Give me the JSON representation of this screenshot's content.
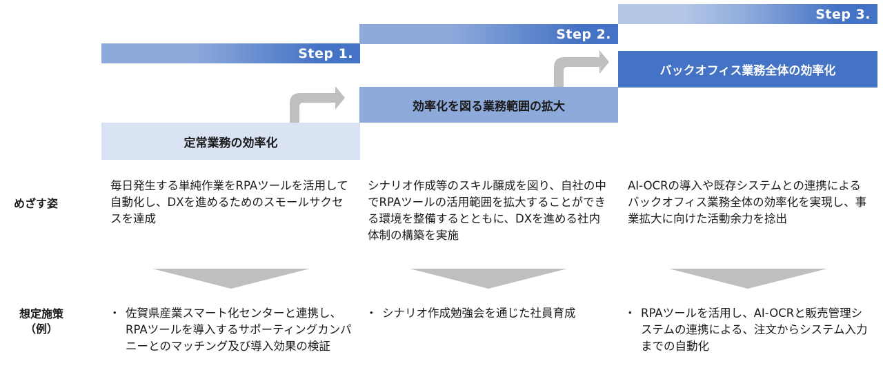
{
  "steps": [
    {
      "label": "Step 1.",
      "phase": "定常業務の効率化",
      "goal": "毎日発生する単純作業をRPAツールを活用して自動化し、DXを進めるためのスモールサクセスを達成",
      "measures": [
        "佐賀県産業スマート化センターと連携し、RPAツールを導入するサポーティングカンパニーとのマッチング及び導入効果の検証"
      ]
    },
    {
      "label": "Step 2.",
      "phase": "効率化を図る業務範囲の拡大",
      "goal": "シナリオ作成等のスキル醸成を図り、自社の中でRPAツールの活用範囲を拡大することができる環境を整備するとともに、DXを進める社内体制の構築を実施",
      "measures": [
        "シナリオ作成勉強会を通じた社員育成"
      ]
    },
    {
      "label": "Step 3.",
      "phase": "バックオフィス業務全体の効率化",
      "goal": "AI-OCRの導入や既存システムとの連携によるバックオフィス業務全体の効率化を実現し、事業拡大に向けた活動余力を捻出",
      "measures": [
        "RPAツールを活用し、AI-OCRと販売管理システムの連携による、注文からシステム入力までの自動化"
      ]
    }
  ],
  "row_labels": {
    "goal": "めざす姿",
    "measures_line1": "想定施策",
    "measures_line2": "（例）"
  },
  "bullet": "・",
  "colors": {
    "step_dark": "#4472c4",
    "step_mid": "#8eaadb",
    "step_light": "#dae3f3",
    "arrow_gray": "#bfbfbf"
  }
}
